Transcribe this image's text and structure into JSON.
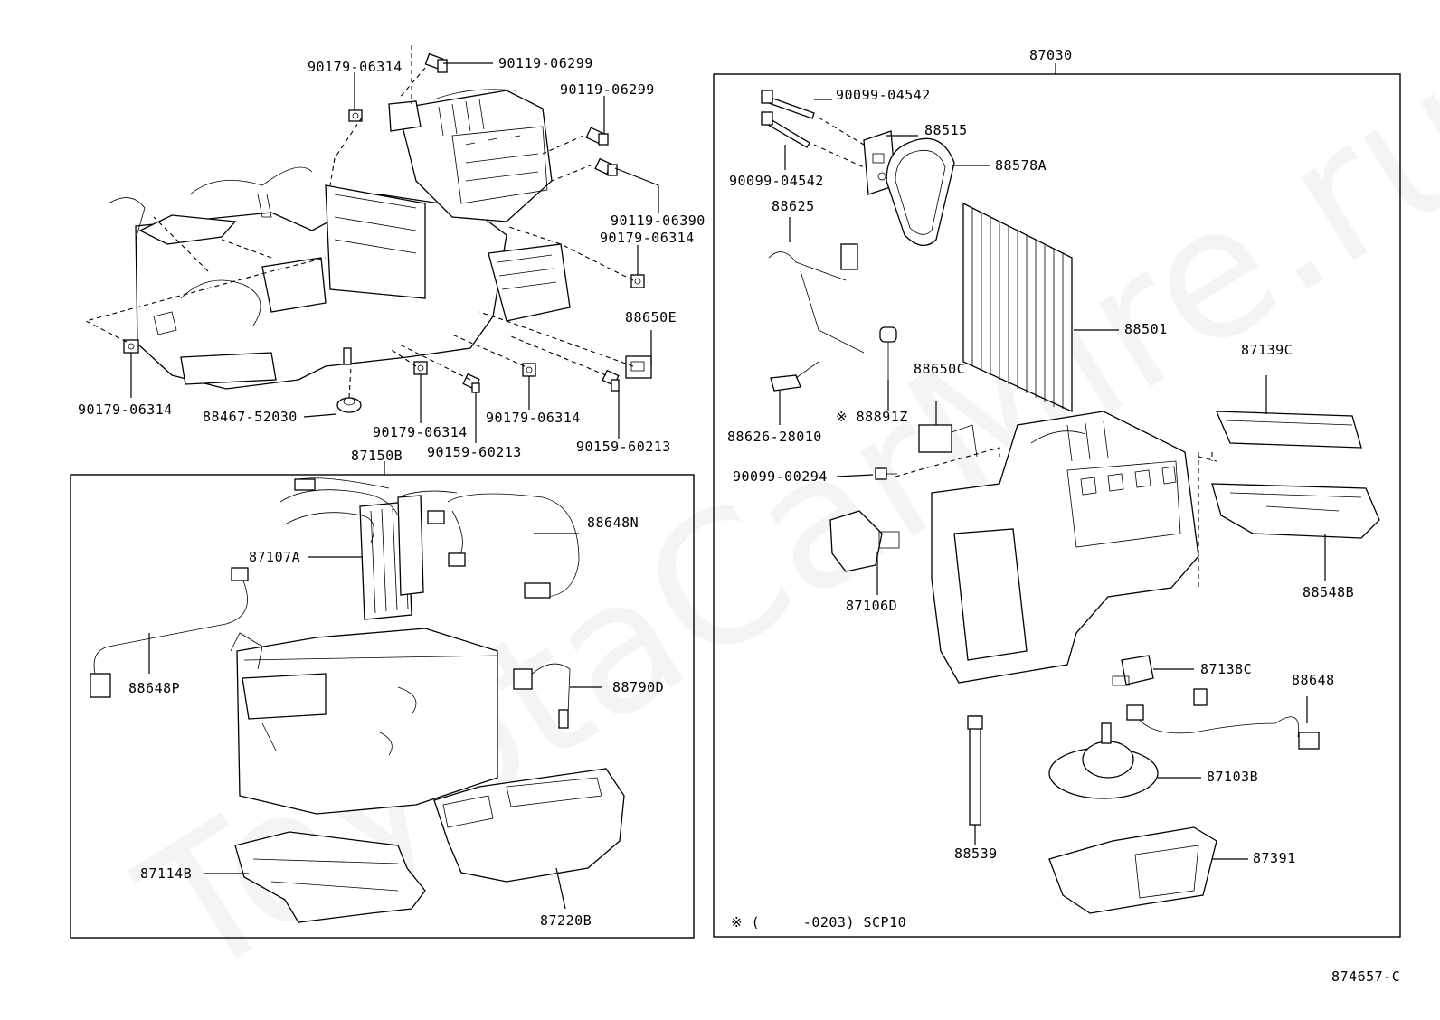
{
  "watermark": "ToyotaCarMire.ru",
  "diagram_id": "874657-C",
  "group_left": "87150B",
  "group_right": "87030",
  "footnote": "※ (     -0203) SCP10",
  "labels": {
    "l90179_06314_a": "90179-06314",
    "l90119_06299_a": "90119-06299",
    "l90119_06299_b": "90119-06299",
    "l90119_06390": "90119-06390",
    "l90179_06314_b": "90179-06314",
    "l88650E": "88650E",
    "l90179_06314_c": "90179-06314",
    "l88467_52030": "88467-52030",
    "l90179_06314_d": "90179-06314",
    "l90179_06314_e": "90179-06314",
    "l90159_60213_a": "90159-60213",
    "l90159_60213_b": "90159-60213",
    "l88648N": "88648N",
    "l87107A": "87107A",
    "l88648P": "88648P",
    "l88790D": "88790D",
    "l87114B": "87114B",
    "l87220B": "87220B",
    "l90099_04542_a": "90099-04542",
    "l90099_04542_b": "90099-04542",
    "l88515": "88515",
    "l88578A": "88578A",
    "l88625": "88625",
    "l88501": "88501",
    "l87139C": "87139C",
    "l88650C": "88650C",
    "l88891Z": "※ 88891Z",
    "l88626_28010": "88626-28010",
    "l90099_00294": "90099-00294",
    "l87106D": "87106D",
    "l88548B": "88548B",
    "l87138C": "87138C",
    "l88648": "88648",
    "l87103B": "87103B",
    "l88539": "88539",
    "l87391": "87391"
  }
}
